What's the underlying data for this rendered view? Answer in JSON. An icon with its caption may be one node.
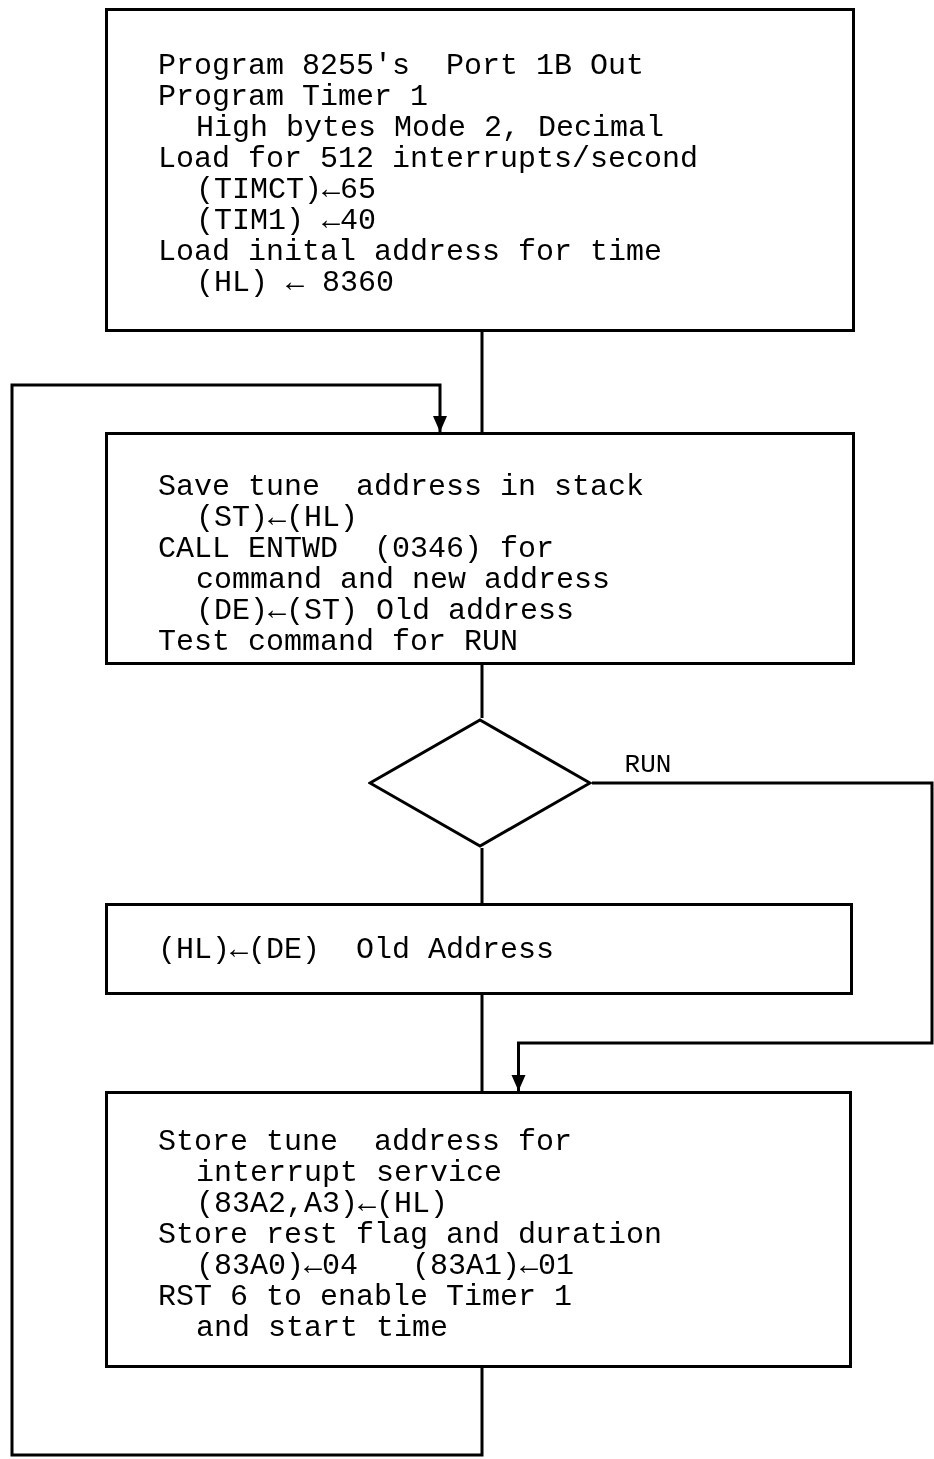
{
  "diagram": {
    "nodes": [
      {
        "text": [
          "Program 8255's  Port 1B Out",
          "Program Timer 1",
          "High bytes Mode 2, Decimal",
          "Load for 512 interrupts/second",
          "(TIMCT)←65",
          "(TIM1) ←40",
          "Load inital address for time",
          "(HL) ← 8360"
        ]
      },
      {
        "text": [
          "Save tune  address in stack",
          "(ST)←(HL)",
          "CALL ENTWD  (0346) for",
          "command and new address",
          "(DE)←(ST) Old address",
          "Test command for RUN"
        ]
      },
      {
        "text": [],
        "shape": "diamond"
      },
      {
        "text": [
          "(HL)←(DE)  Old Address"
        ]
      },
      {
        "text": [
          "Store tune  address for",
          "interrupt service",
          "(83A2,A3)←(HL)",
          "Store rest flag and duration",
          "(83A0)←04   (83A1)←01",
          "RST 6 to enable Timer 1",
          "and start time"
        ]
      }
    ],
    "edges": [
      {
        "from": 0,
        "to": 1,
        "arrow": "none"
      },
      {
        "from": 1,
        "to": 2,
        "arrow": "none"
      },
      {
        "from": 2,
        "to": 3,
        "arrow": "none"
      },
      {
        "from": 3,
        "to": 4,
        "arrow": "none"
      },
      {
        "from": 4,
        "to": 1,
        "arrow": "to"
      },
      {
        "from": 2,
        "to": 4,
        "arrow": "to",
        "label": "RUN"
      }
    ]
  }
}
